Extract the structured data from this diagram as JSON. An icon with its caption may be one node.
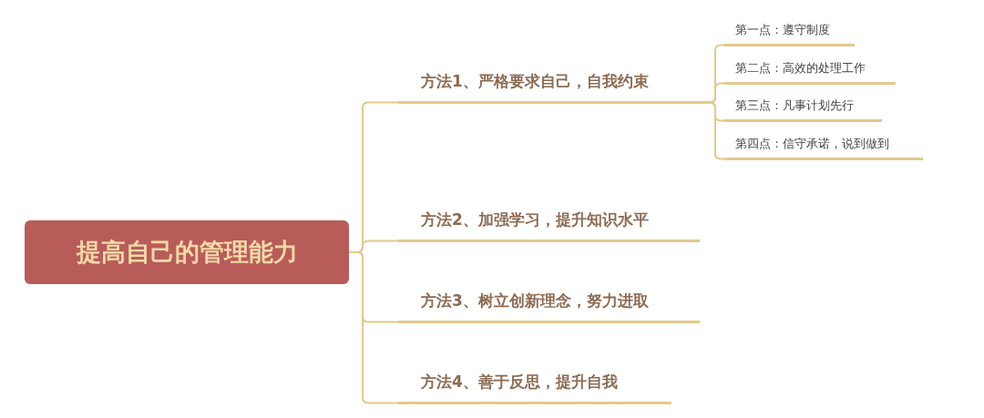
{
  "diagram": {
    "nodes": [
      {
        "text": [
          "提高自己的管理能力"
        ]
      },
      {
        "text": [
          "方法1、严格要求自己，自我约束"
        ]
      },
      {
        "text": [
          "第一点：遵守制度"
        ]
      },
      {
        "text": [
          "第二点：高效的处理工作"
        ]
      },
      {
        "text": [
          "第三点：凡事计划先行"
        ]
      },
      {
        "text": [
          "第四点：信守承诺，说到做到"
        ]
      },
      {
        "text": [
          "方法2、加强学习，提升知识水平"
        ]
      },
      {
        "text": [
          "方法3、树立创新理念，努力进取"
        ]
      },
      {
        "text": [
          "方法4、善于反思，提升自我"
        ]
      }
    ],
    "edges": [
      {
        "from": 0,
        "to": 1,
        "arrow": "none"
      },
      {
        "from": 0,
        "to": 6,
        "arrow": "none"
      },
      {
        "from": 0,
        "to": 7,
        "arrow": "none"
      },
      {
        "from": 0,
        "to": 8,
        "arrow": "none"
      },
      {
        "from": 1,
        "to": 2,
        "arrow": "none"
      },
      {
        "from": 1,
        "to": 3,
        "arrow": "none"
      },
      {
        "from": 1,
        "to": 4,
        "arrow": "none"
      },
      {
        "from": 1,
        "to": 5,
        "arrow": "none"
      }
    ]
  }
}
